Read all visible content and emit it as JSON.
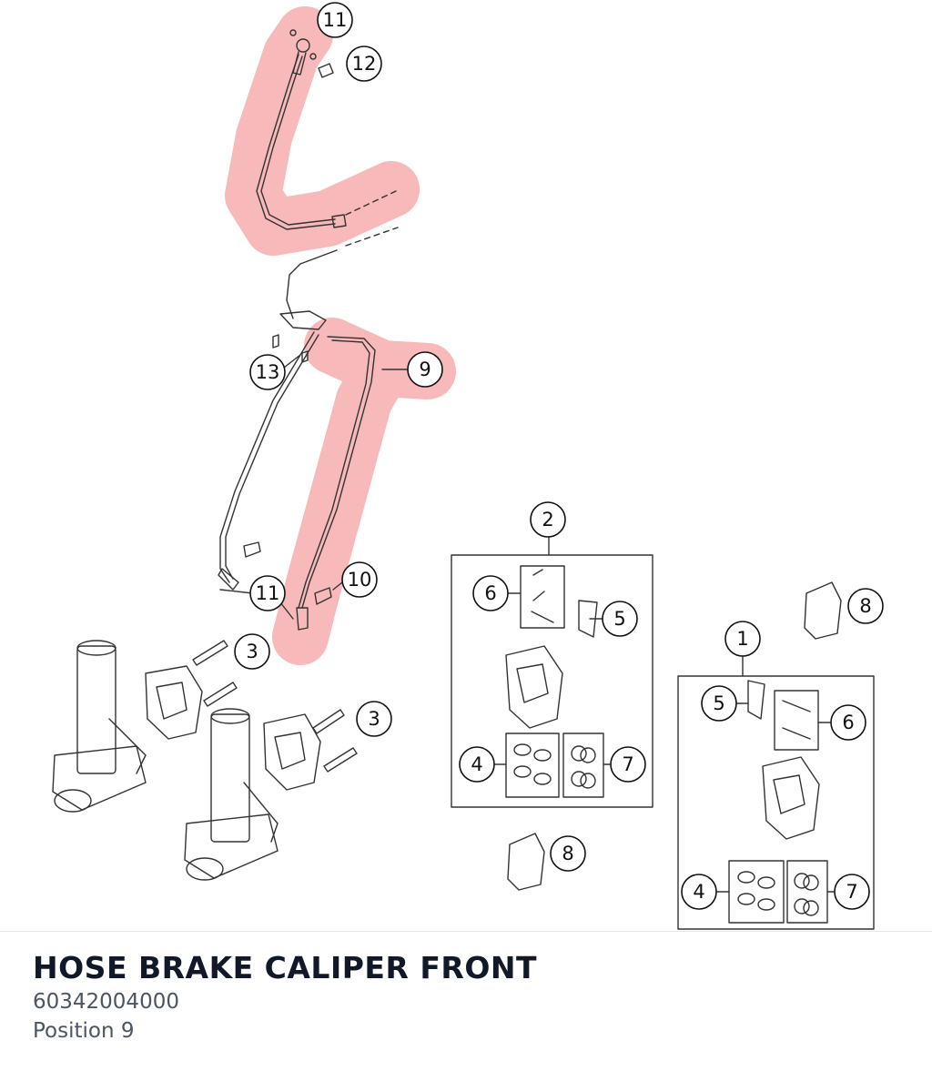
{
  "part": {
    "title": "HOSE BRAKE CALIPER FRONT",
    "number": "60342004000",
    "position": "Position 9"
  },
  "highlight_color": "#f08080",
  "callouts": {
    "c11a": "11",
    "c12": "12",
    "c13": "13",
    "c9": "9",
    "c10": "10",
    "c11b": "11",
    "c3a": "3",
    "c3b": "3",
    "c2": "2",
    "c6a": "6",
    "c5a": "5",
    "c4a": "4",
    "c7a": "7",
    "c8a": "8",
    "c8b": "8",
    "c1": "1",
    "c5b": "5",
    "c6b": "6",
    "c4b": "4",
    "c7b": "7"
  }
}
